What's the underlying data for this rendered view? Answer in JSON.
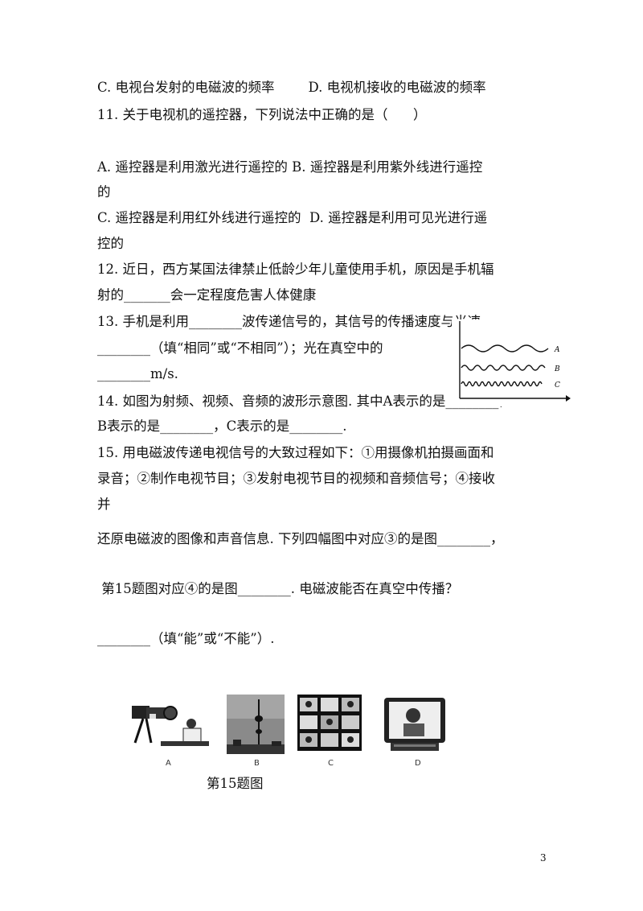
{
  "lines": [
    "C. 电视台发射的电磁波的频率        D. 电视机接收的电磁波的频率",
    "11. 关于电视机的遥控器，下列说法中正确的是（      ）",
    "A. 遥控器是利用激光进行遥控的 B. 遥控器是利用紫外线进行遥控",
    "的",
    "C. 遥控器是利用红外线进行遥控的  D. 遥控器是利用可见光进行遥",
    "控的",
    "12. 近日，西方某国法律禁止低龄少年儿童使用手机，原因是手机辐",
    "射的_______会一定程度危害人体健康",
    "13. 手机是利用________波传递信号的，其信号的传播速度与光速",
    "________（填“相同”或“不相同”）；光在真空中的",
    "________m/s.",
    "14. 如图为射频、视频、音频的波形示意图. 其中A表示的是________，",
    "B表示的是________，C表示的是________.",
    "15. 用电磁波传递电视信号的大致过程如下：①用摄像机拍摄画面和",
    "录音；②制作电视节目；③发射电视节目的视频和音频信号；④接收",
    "并",
    "还原电磁波的图像和声音信息. 下列四幅图中对应③的是图________，",
    " 第15题图对应④的是图________. 电磁波能否在真空中传播？",
    "________（填“能”或“不能”）."
  ],
  "wave_figure": {
    "labels": [
      "A",
      "B",
      "C"
    ]
  },
  "figure15": {
    "labels": [
      "A",
      "B",
      "C",
      "D"
    ],
    "caption": "第15题图"
  },
  "page_number": "3"
}
